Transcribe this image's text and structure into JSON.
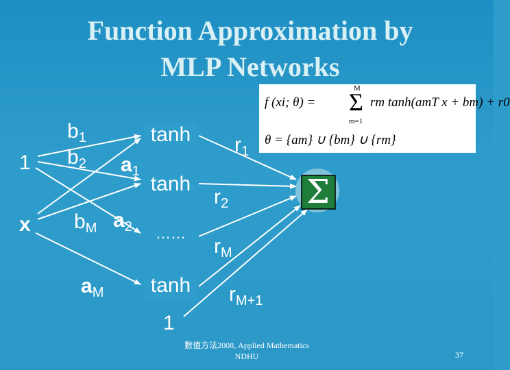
{
  "title": {
    "line1": "Function Approximation by",
    "line2": "MLP Networks"
  },
  "inputs": {
    "one": "1",
    "x": "x"
  },
  "biases": {
    "b1": "b",
    "b1_sub": "1",
    "b2": "b",
    "b2_sub": "2",
    "bM": "b",
    "bM_sub": "M"
  },
  "weights": {
    "a1": "a",
    "a1_sub": "1",
    "a2": "a",
    "a2_sub": "2",
    "aM": "a",
    "aM_sub": "M"
  },
  "hidden": [
    "tanh",
    "tanh",
    "……",
    "tanh"
  ],
  "output_weights": {
    "r1": "r",
    "r1_sub": "1",
    "r2": "r",
    "r2_sub": "2",
    "rM": "r",
    "rM_sub": "M",
    "rM1": "r",
    "rM1_sub": "M+1"
  },
  "bias_one": "1",
  "sum_symbol": "Σ",
  "formula": {
    "line1_left": "f (xi; θ) = ",
    "line1_right": "rm tanh(amT x + bm) + r0",
    "sum_top": "M",
    "sum_bottom": "m=1",
    "line2": "θ = {am} ∪ {bm} ∪ {rm}"
  },
  "footer": {
    "line1": "數值方法2008, Applied Mathematics",
    "line2": "NDHU"
  },
  "page_number": "37",
  "colors": {
    "background": "#2e9dcb",
    "title": "#d9f0f4",
    "text": "#ffffff",
    "node": "#7fc3da"
  }
}
